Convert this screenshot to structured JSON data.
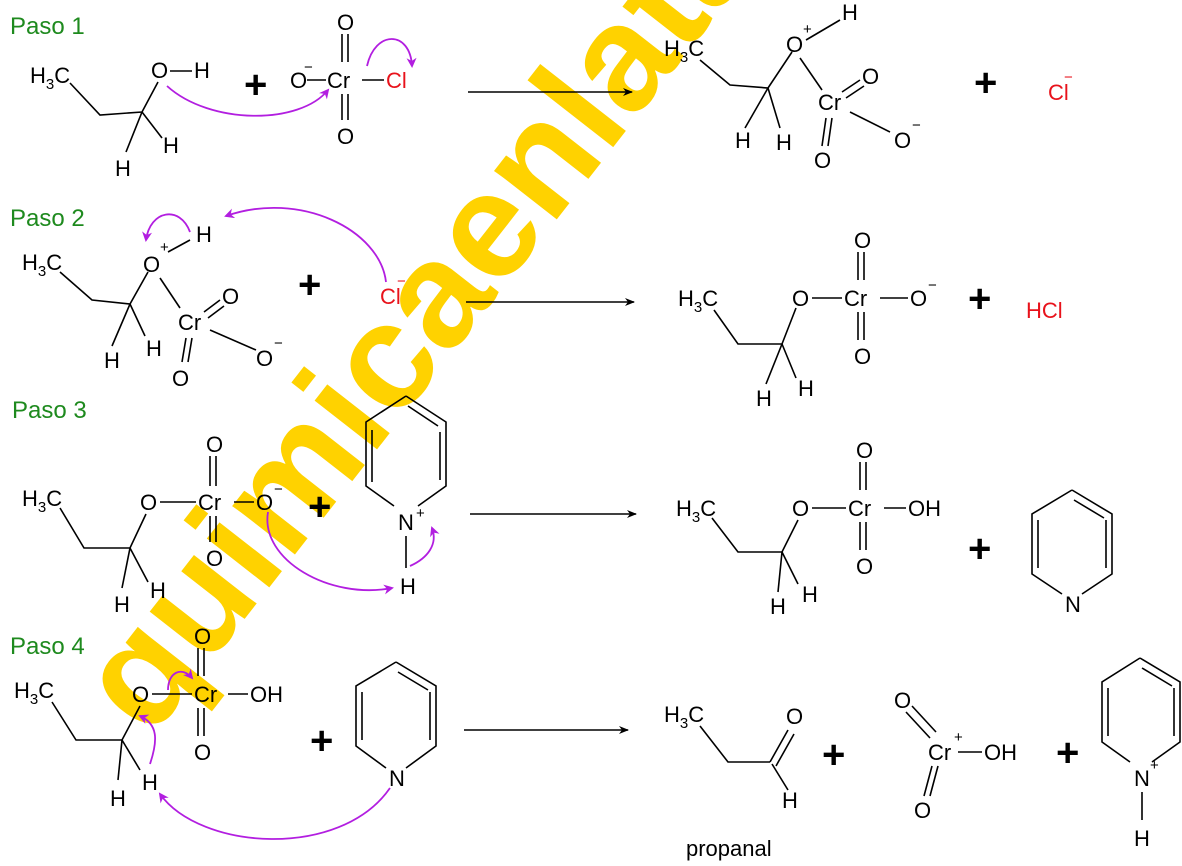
{
  "watermark": "quimicaenlatarik",
  "steps": [
    {
      "label": "Paso 1"
    },
    {
      "label": "Paso 2"
    },
    {
      "label": "Paso 3"
    },
    {
      "label": "Paso 4"
    }
  ],
  "symbols": {
    "plus": "+",
    "h3c": "H",
    "h3c_sub": "3",
    "h3c_c": "C",
    "o": "O",
    "h": "H",
    "cr": "Cr",
    "cl": "Cl",
    "hcl": "HCl",
    "oh": "OH",
    "n": "N",
    "minus": "−",
    "plus_charge": "+"
  },
  "product_label": "propanal",
  "colors": {
    "step_label": "#1e8a1e",
    "chlorine": "#e8121b",
    "curly_arrow": "#b21ee0",
    "watermark": "#ffd200"
  }
}
